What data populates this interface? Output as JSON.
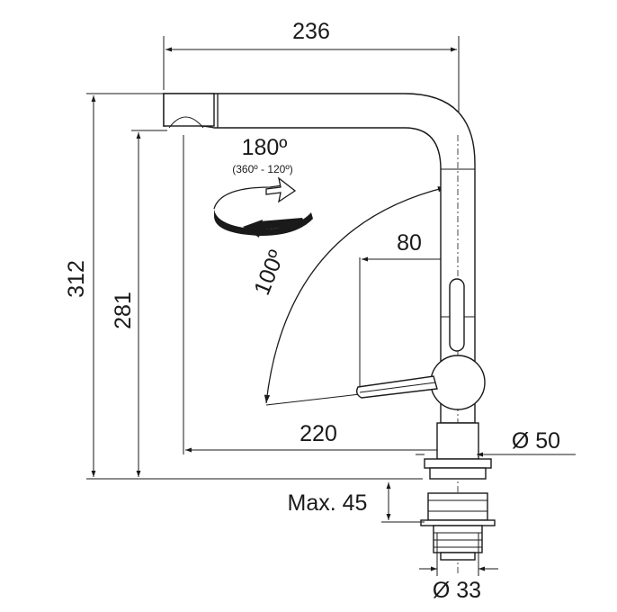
{
  "dimensions": {
    "width_top": "236",
    "height_total": "312",
    "height_spout": "281",
    "handle_offset": "80",
    "reach": "220",
    "base_diameter": "Ø 50",
    "shank_diameter": "Ø 33",
    "max_thickness": "Max. 45"
  },
  "rotation": {
    "angle": "180º",
    "range": "(360º - 120º)",
    "swing": "100º"
  }
}
